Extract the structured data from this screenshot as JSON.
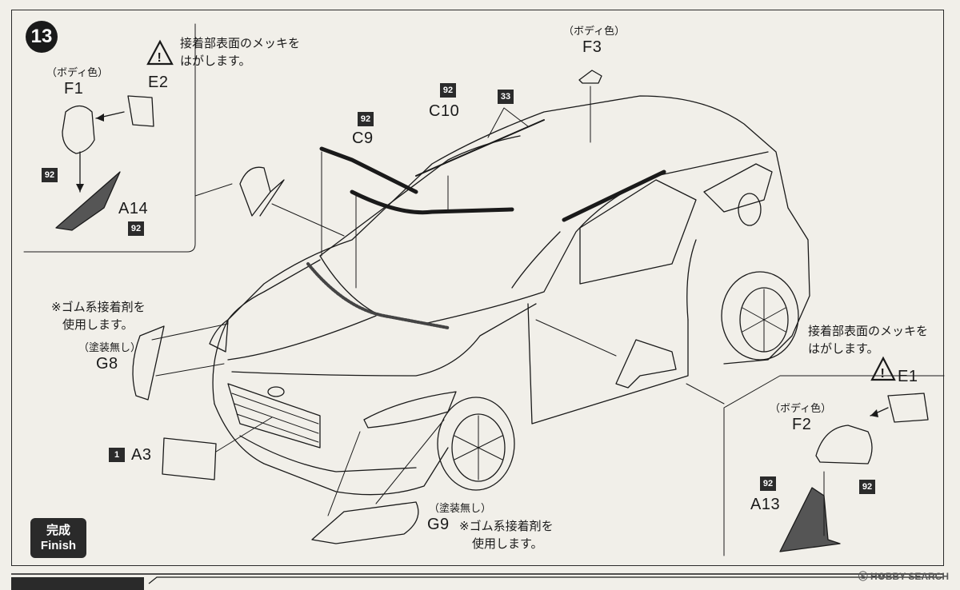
{
  "step": {
    "number": "13"
  },
  "notes": {
    "peel_plating_1": "接着部表面のメッキを",
    "peel_plating_2": "はがします。",
    "peel_plating_right_1": "接着部表面のメッキを",
    "peel_plating_right_2": "はがします。",
    "rubber_glue_left_1": "※ゴム系接着剤を",
    "rubber_glue_left_2": "使用します。",
    "rubber_glue_bottom_1": "※ゴム系接着剤を",
    "rubber_glue_bottom_2": "使用します。"
  },
  "labels": {
    "body_color": "（ボディ色）",
    "unpainted": "（塗装無し）"
  },
  "parts": {
    "F1": "F1",
    "E2": "E2",
    "A14": "A14",
    "C9": "C9",
    "C10": "C10",
    "F3": "F3",
    "G8": "G8",
    "A3": "A3",
    "G9": "G9",
    "E1": "E1",
    "F2": "F2",
    "A13": "A13"
  },
  "codes": {
    "c92": "92",
    "c33": "33",
    "c1": "1"
  },
  "finish": {
    "jp": "完成",
    "en": "Finish"
  },
  "watermark": "Ⓔ H❶BBY SEARCH",
  "colors": {
    "ink": "#1a1a1a",
    "paper": "#f1efe9",
    "badge": "#2b2b2b"
  }
}
